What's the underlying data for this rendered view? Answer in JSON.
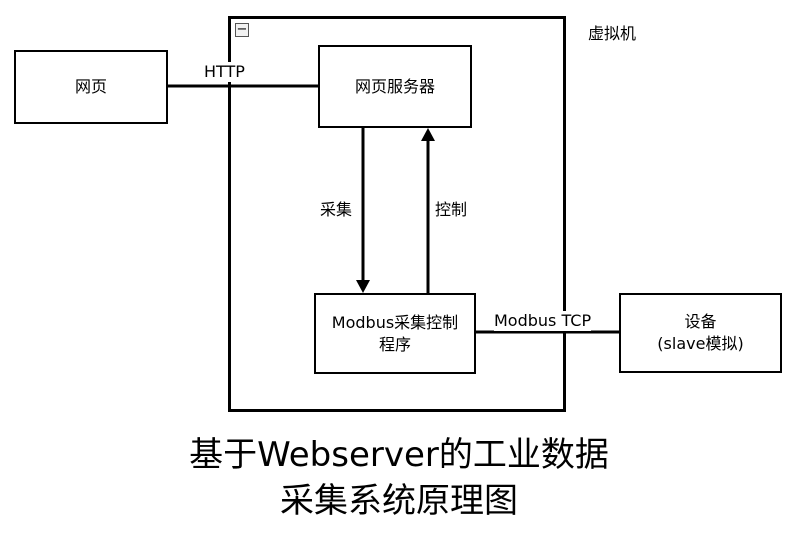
{
  "vm_label": "虚拟机",
  "collapse_symbol": "−",
  "nodes": {
    "webpage": "网页",
    "web_server": "网页服务器",
    "modbus_program_line1": "Modbus采集控制",
    "modbus_program_line2": "程序",
    "device_line1": "设备",
    "device_line2": "(slave模拟)"
  },
  "edges": {
    "http": "HTTP",
    "collect": "采集",
    "control": "控制",
    "modbus_tcp": "Modbus TCP"
  },
  "caption": {
    "line1": "基于Webserver的工业数据",
    "line2": "采集系统原理图"
  }
}
